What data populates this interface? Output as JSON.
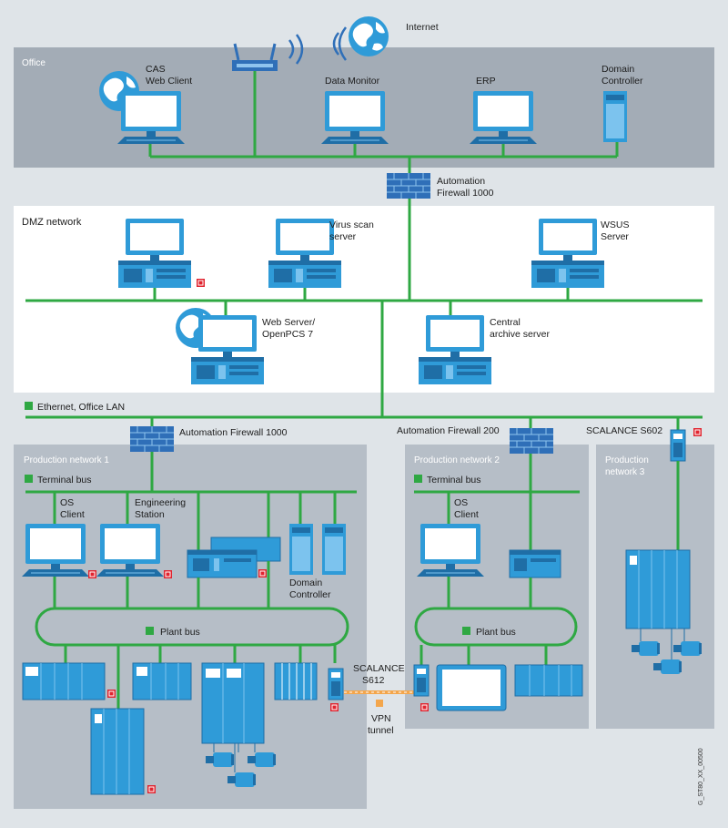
{
  "colors": {
    "background": "#dfe4e8",
    "office_zone": "#a3acb6",
    "dmz_zone": "#ffffff",
    "production_zone": "#b6bec7",
    "bus": "#2fa843",
    "device": "#2f9bd8",
    "device_dark": "#1f6ea6",
    "vpn_tunnel": "#f3a64c",
    "alert_badge": "#e0242f"
  },
  "zones": {
    "office": "Office",
    "dmz": "DMZ network",
    "production1": "Production network 1",
    "production2": "Production network 2",
    "production3_line1": "Production",
    "production3_line2": "network 3"
  },
  "labels": {
    "internet": "Internet",
    "cas_line1": "CAS",
    "cas_line2": "Web Client",
    "data_monitor": "Data Monitor",
    "erp": "ERP",
    "domain_controller_line1": "Domain",
    "domain_controller_line2": "Controller",
    "fw_top_line1": "Automation",
    "fw_top_line2": "Firewall 1000",
    "virus_line1": "Virus scan",
    "virus_line2": "server",
    "wsus_line1": "WSUS",
    "wsus_line2": "Server",
    "webserver_line1": "Web Server/",
    "webserver_line2": "OpenPCS 7",
    "archive_line1": "Central",
    "archive_line2": "archive server",
    "ethernet": "Ethernet, Office LAN",
    "fw1000": "Automation Firewall 1000",
    "fw200": "Automation Firewall 200",
    "scalance_s602": "SCALANCE S602",
    "terminal_bus": "Terminal bus",
    "os_line1": "OS",
    "os_line2": "Client",
    "eng_line1": "Engineering",
    "eng_line2": "Station",
    "plant_bus": "Plant bus",
    "domain_ctrl_prod_line1": "Domain",
    "domain_ctrl_prod_line2": "Controller",
    "scalance_s612_line1": "SCALANCE",
    "scalance_s612_line2": "S612",
    "vpn_line1": "VPN",
    "vpn_line2": "tunnel",
    "doc_id": "G_ST80_XX_00500"
  },
  "icons": [
    "globe-icon",
    "wireless-router-icon",
    "firewall-icon",
    "pc-monitor-icon",
    "server-icon",
    "controller-icon",
    "scalance-module-icon",
    "plc-rack-icon",
    "motor-icon",
    "alert-badge-icon"
  ]
}
